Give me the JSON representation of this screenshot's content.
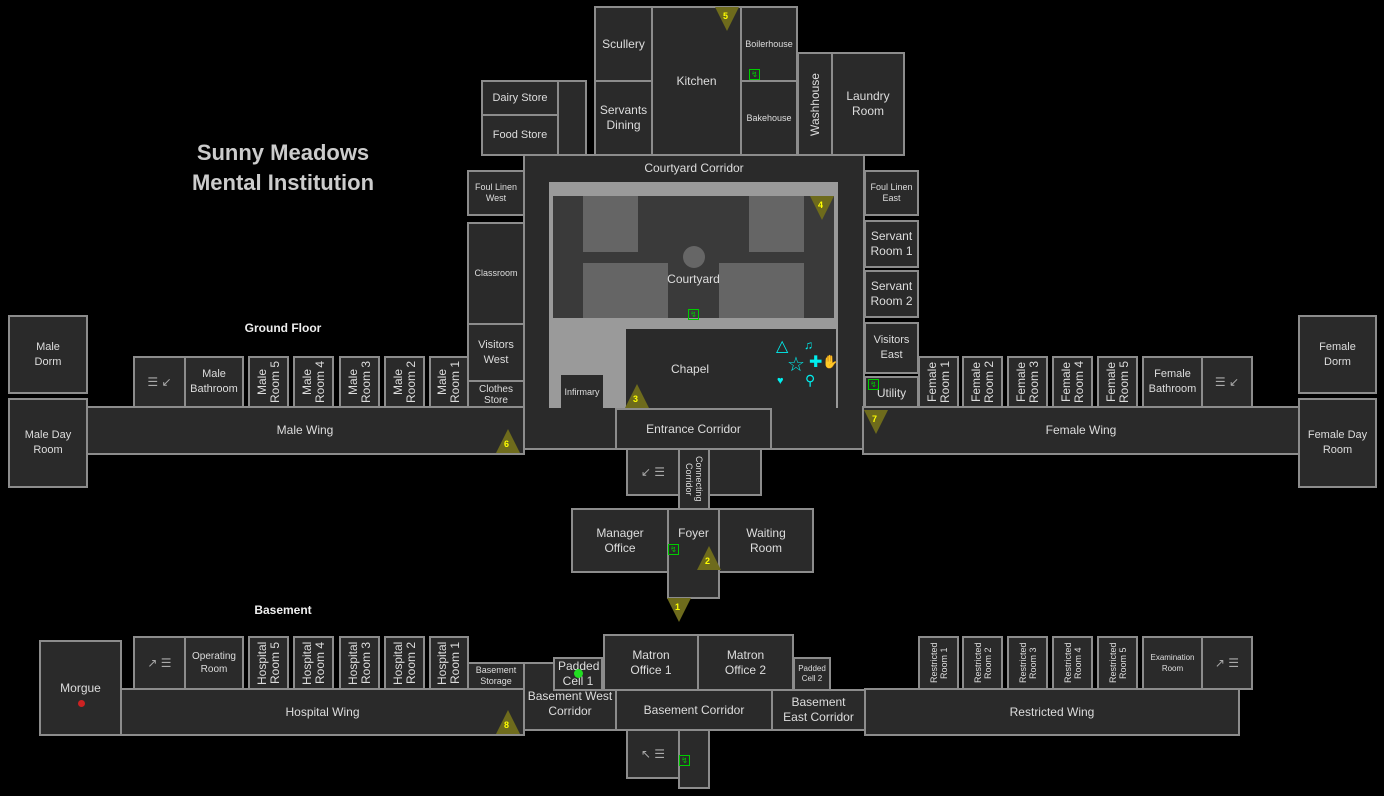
{
  "title": {
    "line1": "Sunny Meadows",
    "line2": "Mental Institution"
  },
  "floors": {
    "ground": "Ground Floor",
    "basement": "Basement"
  },
  "ground": {
    "scullery": "Scullery",
    "servants_dining": "Servants Dining",
    "kitchen": "Kitchen",
    "boilerhouse": "Boilerhouse",
    "bakehouse": "Bakehouse",
    "washhouse": "Washhouse",
    "laundry": "Laundry Room",
    "dairy": "Dairy Store",
    "food": "Food Store",
    "courtyard_corridor": "Courtyard Corridor",
    "courtyard": "Courtyard",
    "chapel": "Chapel",
    "infirmary": "Infirmary",
    "foul_west": "Foul Linen West",
    "classroom": "Classroom",
    "visitors_west": "Visitors West",
    "clothes": "Clothes Store",
    "foul_east": "Foul Linen East",
    "servant1": "Servant Room 1",
    "servant2": "Servant Room 2",
    "visitors_east": "Visitors East",
    "utility": "Utility",
    "entrance": "Entrance Corridor",
    "connecting": "Connecting Corridor",
    "foyer": "Foyer",
    "manager": "Manager Office",
    "waiting": "Waiting Room",
    "male_wing": "Male Wing",
    "male_bath": "Male Bathroom",
    "male_rooms": [
      "Male Room 5",
      "Male Room 4",
      "Male Room 3",
      "Male Room 2",
      "Male Room 1"
    ],
    "male_dorm": "Male Dorm",
    "male_day": "Male Day Room",
    "female_wing": "Female Wing",
    "female_bath": "Female Bathroom",
    "female_rooms": [
      "Female Room 1",
      "Female Room 2",
      "Female Room 3",
      "Female Room 4",
      "Female Room 5"
    ],
    "female_dorm": "Female Dorm",
    "female_day": "Female Day Room"
  },
  "basement": {
    "morgue": "Morgue",
    "hospital_wing": "Hospital Wing",
    "operating": "Operating Room",
    "hospital_rooms": [
      "Hospital Room 5",
      "Hospital Room 4",
      "Hospital Room 3",
      "Hospital Room 2",
      "Hospital Room 1"
    ],
    "storage": "Basement Storage",
    "west_corr": "Basement West Corridor",
    "padded1": "Padded Cell 1",
    "matron1": "Matron Office 1",
    "matron2": "Matron Office 2",
    "padded2": "Padded Cell 2",
    "corridor": "Basement Corridor",
    "east_corr": "Basement East Corridor",
    "restricted_wing": "Restricted Wing",
    "restricted_rooms": [
      "Restricted Room 1",
      "Restricted Room 2",
      "Restricted Room 3",
      "Restricted Room 4",
      "Restricted Room 5"
    ],
    "exam": "Examination Room"
  },
  "cameras": [
    "1",
    "2",
    "3",
    "4",
    "5",
    "6",
    "7",
    "8"
  ],
  "icons": {
    "fuse": "fuse-box-icon",
    "stairs": "stairs-icon",
    "evidence": [
      "ouija-icon",
      "music-box-icon",
      "pentagram-icon",
      "doll-icon",
      "hand-icon",
      "monkey-paw-icon",
      "mirror-icon"
    ]
  }
}
